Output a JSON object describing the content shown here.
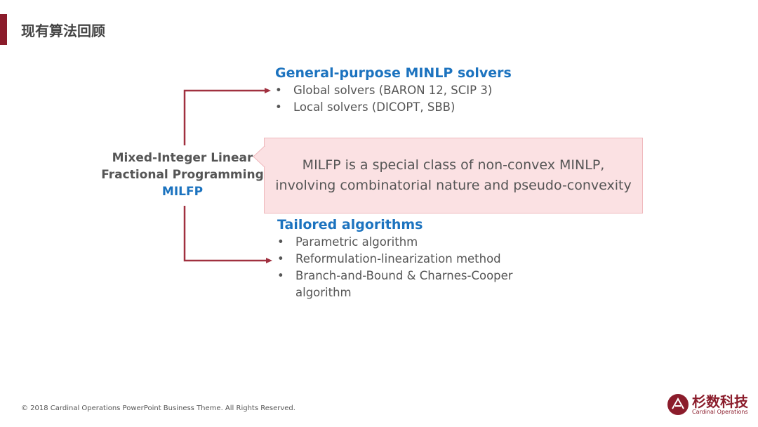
{
  "title": "现有算法回顾",
  "center": {
    "line1": "Mixed-Integer Linear",
    "line2": "Fractional Programming",
    "abbr": "MILFP"
  },
  "top": {
    "heading": "General-purpose MINLP solvers",
    "items": [
      "Global solvers (BARON 12, SCIP 3)",
      "Local solvers (DICOPT, SBB)"
    ]
  },
  "callout": {
    "line1": "MILFP is a special class of non-convex MINLP,",
    "line2": "involving combinatorial nature and pseudo-convexity"
  },
  "bottom": {
    "heading": "Tailored algorithms",
    "items": [
      "Parametric algorithm",
      "Reformulation-linearization method",
      "Branch-and-Bound & Charnes-Cooper",
      "algorithm"
    ]
  },
  "footer": "© 2018 Cardinal Operations PowerPoint Business Theme. All Rights Reserved.",
  "logo": {
    "cn": "杉数科技",
    "en": "Cardinal Operations"
  },
  "colors": {
    "accent": "#8b1c2b",
    "heading": "#1c73bf",
    "callout_bg": "#fbe1e3"
  }
}
